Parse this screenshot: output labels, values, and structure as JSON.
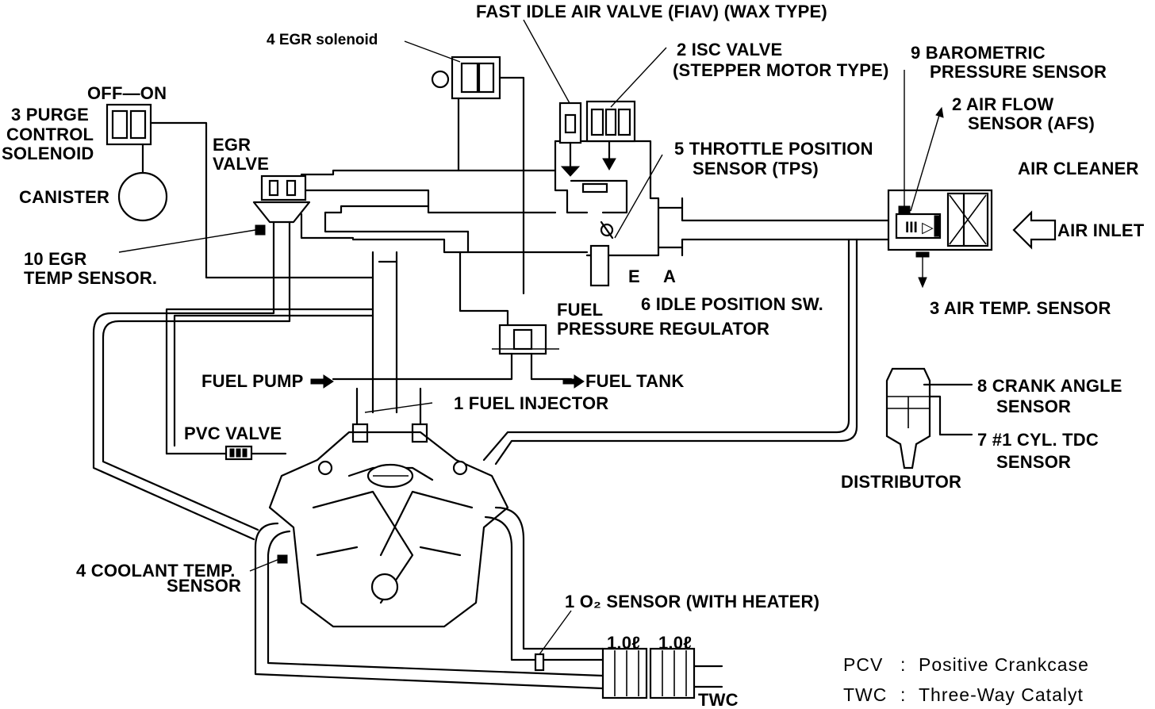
{
  "labels": {
    "fiav": "FAST IDLE AIR VALVE (FIAV) (WAX TYPE)",
    "egr_solenoid": "4 EGR solenoid",
    "isc_valve_1": "2 ISC VALVE",
    "isc_valve_2": "(STEPPER MOTOR TYPE)",
    "baro_1": "9 BAROMETRIC",
    "baro_2": "PRESSURE SENSOR",
    "off_on": "OFF—ON",
    "purge_1": "3 PURGE",
    "purge_2": "CONTROL",
    "purge_3": "SOLENOID",
    "afs_1": "2 AIR FLOW",
    "afs_2": "SENSOR (AFS)",
    "egr_valve_1": "EGR",
    "egr_valve_2": "VALVE",
    "tps_1": "5 THROTTLE POSITION",
    "tps_2": "SENSOR (TPS)",
    "air_cleaner": "AIR CLEANER",
    "canister": "CANISTER",
    "air_inlet": "AIR INLET",
    "egr_temp_1": "10 EGR",
    "egr_temp_2": "TEMP SENSOR.",
    "e_terminal": "E",
    "a_terminal": "A",
    "idle_sw": "6 IDLE POSITION SW.",
    "air_temp": "3 AIR TEMP. SENSOR",
    "fpr_1": "FUEL",
    "fpr_2": "PRESSURE REGULATOR",
    "fuel_pump": "FUEL PUMP",
    "fuel_tank": "FUEL TANK",
    "crank_1": "8 CRANK ANGLE",
    "crank_2": "SENSOR",
    "injector": "1 FUEL INJECTOR",
    "tdc_1": "7 #1 CYL. TDC",
    "tdc_2": "SENSOR",
    "pvc": "PVC VALVE",
    "distributor": "DISTRIBUTOR",
    "coolant_1": "4 COOLANT TEMP.",
    "coolant_2": "SENSOR",
    "o2": "1 O₂ SENSOR (WITH HEATER)",
    "cat_1": "1.0ℓ",
    "cat_2": "1.0ℓ",
    "twc_tag": "TWC"
  },
  "legend": [
    {
      "abbr": "PCV",
      "sep": ":",
      "text": "Positive Crankcase"
    },
    {
      "abbr": "TWC",
      "sep": ":",
      "text": "Three-Way Catalyt"
    }
  ]
}
